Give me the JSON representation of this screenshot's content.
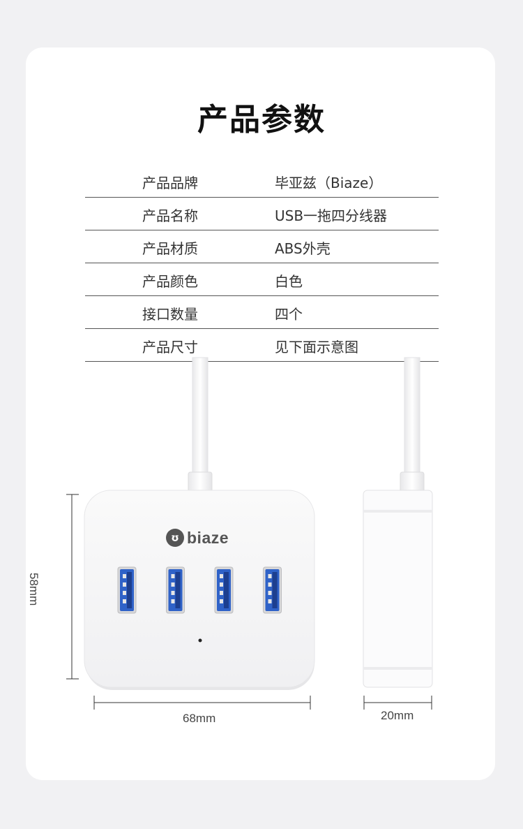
{
  "title": "产品参数",
  "specs": [
    {
      "key": "产品品牌",
      "value": "毕亚兹（Biaze）"
    },
    {
      "key": "产品名称",
      "value": "USB一拖四分线器"
    },
    {
      "key": "产品材质",
      "value": "ABS外壳"
    },
    {
      "key": "产品颜色",
      "value": "白色"
    },
    {
      "key": "接口数量",
      "value": "四个"
    },
    {
      "key": "产品尺寸",
      "value": "见下面示意图"
    }
  ],
  "product": {
    "brand": "biaze",
    "brand_mark": "ʊ",
    "height_label": "58mm",
    "width_label": "68mm",
    "depth_label": "20mm",
    "usb_port_count": 4,
    "colors": {
      "usb_blue": "#2f62c8",
      "body": "#ffffff",
      "shadow": "#e4e4e6"
    }
  }
}
